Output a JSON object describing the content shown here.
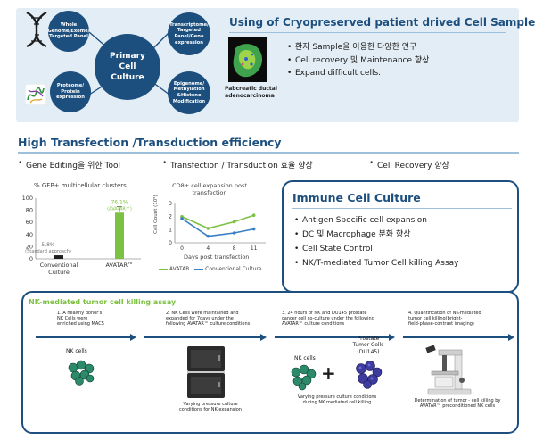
{
  "top": {
    "center_lines": [
      "Primary",
      "Cell",
      "Culture"
    ],
    "bubbles": [
      {
        "lines": [
          "Whole",
          "Genome/Exome/",
          "Targeted Panel"
        ]
      },
      {
        "lines": [
          "Proteome/",
          "Protein",
          "expression"
        ]
      },
      {
        "lines": [
          "Transcriptome/",
          "Targeted",
          "Panel/Gene",
          "expression"
        ]
      },
      {
        "lines": [
          "Epigenome/",
          "Methylation",
          "&Histone",
          "Modification"
        ]
      }
    ],
    "title": "Using of Cryopreserved patient drived Cell Samples",
    "bullets": [
      "환자 Sample을 이용한 다양한 연구",
      "Cell recovery 및 Maintenance 향상",
      "Expand difficult cells."
    ],
    "image_caption": [
      "Pabcreatic ductal",
      "adenocarcinoma"
    ]
  },
  "transfection": {
    "title": "High Transfection /Transduction efficiency",
    "bullets": [
      "Gene Editing을 위한 Tool",
      "Transfection / Transduction 효율 향상",
      "Cell Recovery 향상"
    ]
  },
  "bar_chart": {
    "title": "% GFP+  multicellular clusters",
    "yticks": [
      "100",
      "80",
      "60",
      "40",
      "20",
      "0"
    ],
    "bars": [
      {
        "value": 5.8,
        "label_value": "5.8%",
        "sublabel": "(Standard approach)",
        "category": [
          "Conventional",
          "Culture"
        ],
        "color": "#1f1f1f"
      },
      {
        "value": 76.1,
        "label_value": "76.1%",
        "sublabel": "(AVATAR™)",
        "category": [
          "AVATAR™"
        ],
        "color": "#7dc142"
      }
    ]
  },
  "line_chart": {
    "title": [
      "CD8+ cell expansion post",
      "transfection"
    ],
    "ylabel": "Cell Count (10⁵)",
    "xlabel": "Days post transfection",
    "yticks": [
      "3",
      "2",
      "1",
      "0"
    ],
    "x": [
      "0",
      "4",
      "8",
      "11"
    ],
    "series": [
      {
        "name": "AVATAR",
        "color": "#7dc142",
        "values": [
          2.0,
          1.1,
          1.6,
          2.1
        ]
      },
      {
        "name": "Conventional Culture",
        "color": "#3a7fc4",
        "values": [
          1.85,
          0.5,
          0.75,
          1.05
        ]
      }
    ],
    "ylim": [
      0,
      3
    ]
  },
  "immune": {
    "title": "Immune Cell Culture",
    "bullets": [
      "Antigen Specific cell expansion",
      "DC 및 Macrophage 분화 향상",
      "Cell State Control",
      "NK/T-mediated Tumor Cell killing Assay"
    ]
  },
  "nk": {
    "title": "NK-mediated tumor cell killing assay",
    "steps": [
      [
        "1. A healthy donor's",
        "NK Cells were",
        "enriched using MACS"
      ],
      [
        "2. NK Cells were maintained and",
        "expanded for 7days under the",
        "following AVATAR™ culture conditions"
      ],
      [
        "3. 24 hours of NK and DU145 prostate",
        "cancer cell co-culture under the following",
        "AVATAR™ culture conditions"
      ],
      [
        "4. Quantification of NK-mediated",
        "tumor cell killing(bright-",
        "field-phase-contrast imaging)"
      ]
    ],
    "nk_cells_label": "NK cells",
    "nk_cells_label2": "NK cells",
    "plus": "+",
    "tumor_label": [
      "Prostate",
      "Tumor Cells",
      "(DU145)"
    ],
    "captions": [
      [
        "Varying pressure culture",
        "conditions for NK expansion"
      ],
      [
        "Varying pressure culture conditions",
        "during NK mediated cell killing"
      ],
      [
        "Determination of tumor - cell killing by",
        "AVATAR™ preconditioned NK cells"
      ]
    ]
  }
}
